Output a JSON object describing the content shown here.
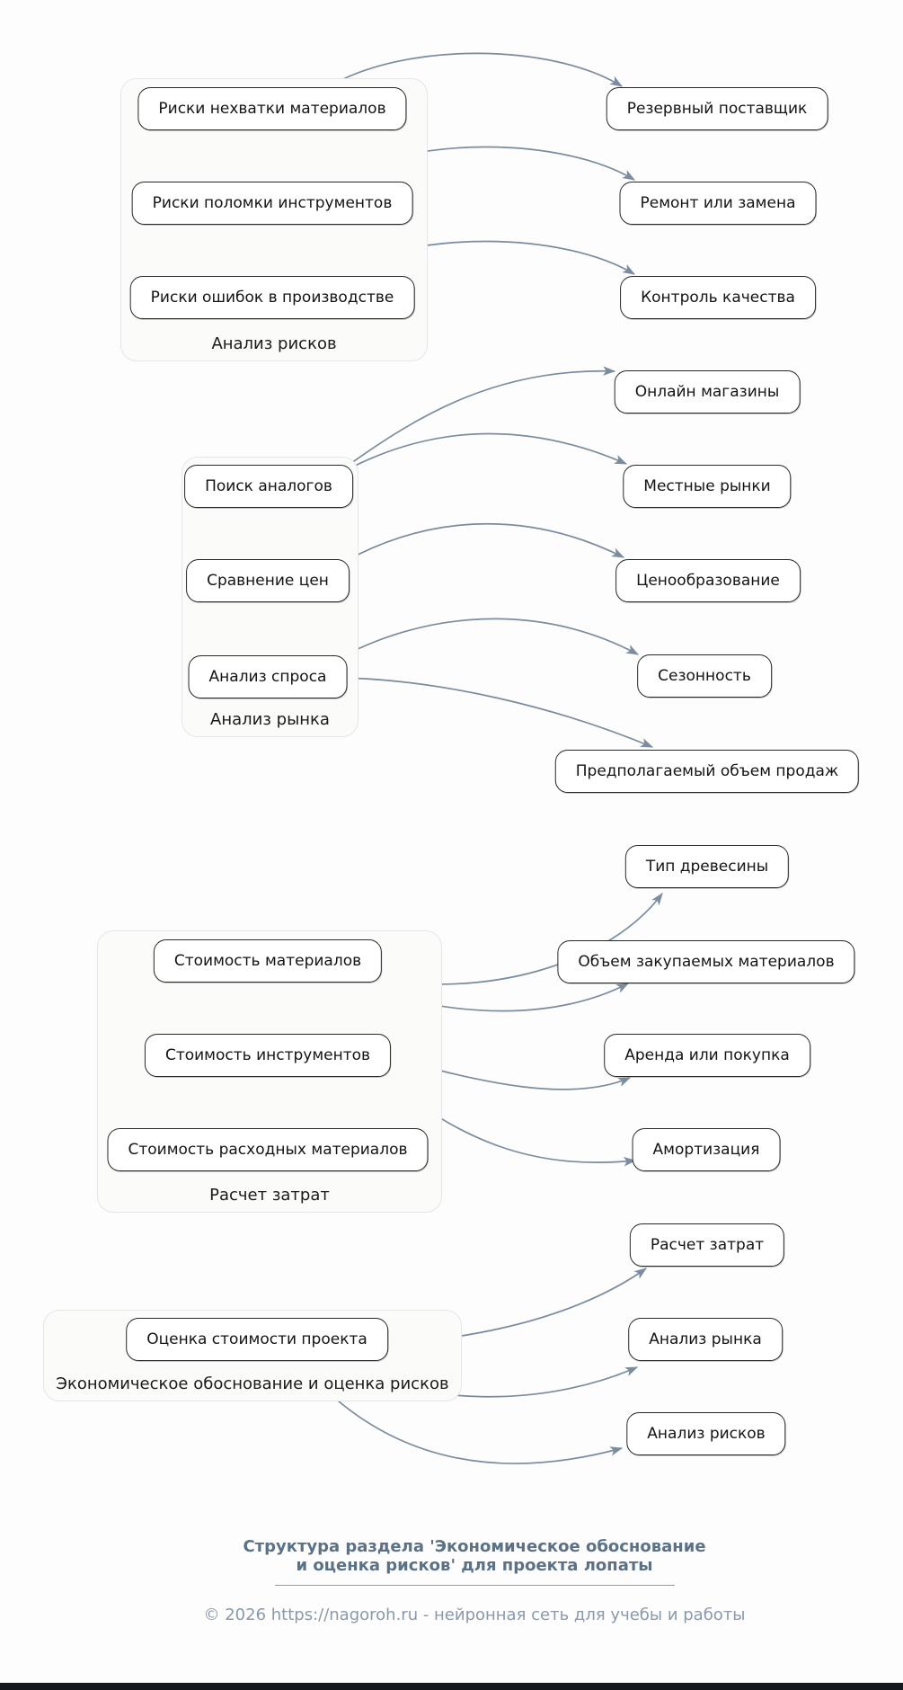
{
  "title": "Структура раздела 'Экономическое обоснование и оценка рисков' для проекта лопаты",
  "colors": {
    "arrow": "#7a8c9e",
    "node_border": "#26282a",
    "group_border": "#e4e6e9",
    "footer_title": "#5b7286",
    "footer_copyright": "#8a99ab"
  },
  "groups": [
    {
      "label": "Анализ рисков",
      "items": [
        "Риски нехватки материалов",
        "Риски поломки инструментов",
        "Риски ошибок в производстве"
      ]
    },
    {
      "label": "Анализ рынка",
      "items": [
        "Поиск аналогов",
        "Сравнение цен",
        "Анализ спроса"
      ]
    },
    {
      "label": "Расчет затрат",
      "items": [
        "Стоимость материалов",
        "Стоимость инструментов",
        "Стоимость расходных материалов"
      ]
    },
    {
      "label": "Экономическое обоснование и оценка рисков",
      "items": [
        "Оценка стоимости проекта"
      ]
    }
  ],
  "leaves": [
    "Резервный поставщик",
    "Ремонт или замена",
    "Контроль качества",
    "Онлайн магазины",
    "Местные рынки",
    "Ценообразование",
    "Сезонность",
    "Предполагаемый объем продаж",
    "Тип древесины",
    "Объем закупаемых материалов",
    "Аренда или покупка",
    "Амортизация",
    "Расчет затрат",
    "Анализ рынка",
    "Анализ рисков"
  ],
  "edges": [
    {
      "from": "Риски нехватки материалов",
      "to": "Резервный поставщик"
    },
    {
      "from": "Риски поломки инструментов",
      "to": "Ремонт или замена"
    },
    {
      "from": "Риски ошибок в производстве",
      "to": "Контроль качества"
    },
    {
      "from": "Поиск аналогов",
      "to": "Онлайн магазины"
    },
    {
      "from": "Поиск аналогов",
      "to": "Местные рынки"
    },
    {
      "from": "Сравнение цен",
      "to": "Ценообразование"
    },
    {
      "from": "Анализ спроса",
      "to": "Сезонность"
    },
    {
      "from": "Анализ спроса",
      "to": "Предполагаемый объем продаж"
    },
    {
      "from": "Стоимость материалов",
      "to": "Тип древесины"
    },
    {
      "from": "Стоимость материалов",
      "to": "Объем закупаемых материалов"
    },
    {
      "from": "Стоимость инструментов",
      "to": "Аренда или покупка"
    },
    {
      "from": "Стоимость инструментов",
      "to": "Амортизация"
    },
    {
      "from": "Оценка стоимости проекта",
      "to": "Расчет затрат"
    },
    {
      "from": "Оценка стоимости проекта",
      "to": "Анализ рынка"
    },
    {
      "from": "Оценка стоимости проекта",
      "to": "Анализ рисков"
    }
  ],
  "footer": {
    "title_line1": "Структура раздела 'Экономическое обоснование",
    "title_line2": "и оценка рисков' для проекта лопаты",
    "copyright": "© 2026 https://nagoroh.ru - нейронная сеть для учебы и работы"
  }
}
